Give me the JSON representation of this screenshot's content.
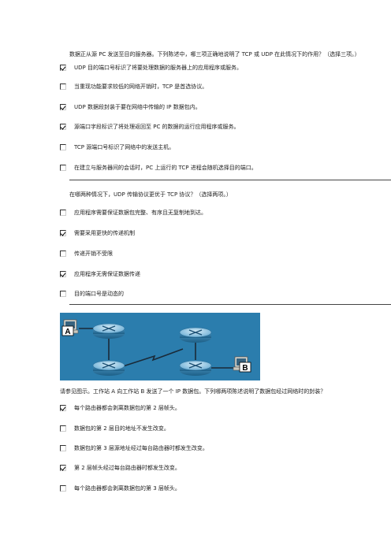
{
  "q1": {
    "text": "数据正从源 PC 发送至目的服务器。下列陈述中，哪三项正确地说明了 TCP 或 UDP 在此情况下的作用？（选择三项。）",
    "options": [
      {
        "label": "UDP 目的端口号标识了将要处理数据的服务器上的应用程序或服务。",
        "checked": true
      },
      {
        "label": "当重现功能要求较低的网络开销时，TCP 是首选协议。",
        "checked": false
      },
      {
        "label": "UDP 数据段封装于要在网络中传输的 IP 数据包内。",
        "checked": true
      },
      {
        "label": "源端口字段标识了将处理返回至 PC 的数据的运行应用程序或服务。",
        "checked": true
      },
      {
        "label": "TCP 源端口号标识了网络中的发送主机。",
        "checked": false
      },
      {
        "label": "在建立与服务器间的会话时，PC 上运行的 TCP 进程会随机选择目的端口。",
        "checked": false
      }
    ]
  },
  "q2": {
    "text": "在哪两种情况下，UDP 传输协议更优于 TCP 协议？（选择两项。）",
    "options": [
      {
        "label": "应用程序需要保证数据包完整、有序且无复制地到达。",
        "checked": false
      },
      {
        "label": "需要采用更快的传递机制",
        "checked": true
      },
      {
        "label": "传递开销不受限",
        "checked": false
      },
      {
        "label": "应用程序无需保证数据传递",
        "checked": true
      },
      {
        "label": "目的端口号是动态的",
        "checked": false
      }
    ]
  },
  "q3": {
    "diagram": {
      "host_a_label": "A",
      "host_b_label": "B",
      "background": "#2b7dad"
    },
    "text": "请参见图示。工作站 A 向工作站 B 发送了一个 IP 数据包。下列哪两项陈述说明了数据包经过网络时的封装？",
    "options": [
      {
        "label": "每个路由器都会剥离数据包的第 2 层帧头。",
        "checked": true
      },
      {
        "label": "数据包的第 2 层目的地址不发生改变。",
        "checked": false
      },
      {
        "label": "数据包的第 3 层源地址经过每台路由器时都发生改变。",
        "checked": false
      },
      {
        "label": "第 2 层帧头经过每台路由器时都发生改变。",
        "checked": true
      },
      {
        "label": "每个路由器都会剥离数据包的第 3 层帧头。",
        "checked": false
      }
    ]
  }
}
